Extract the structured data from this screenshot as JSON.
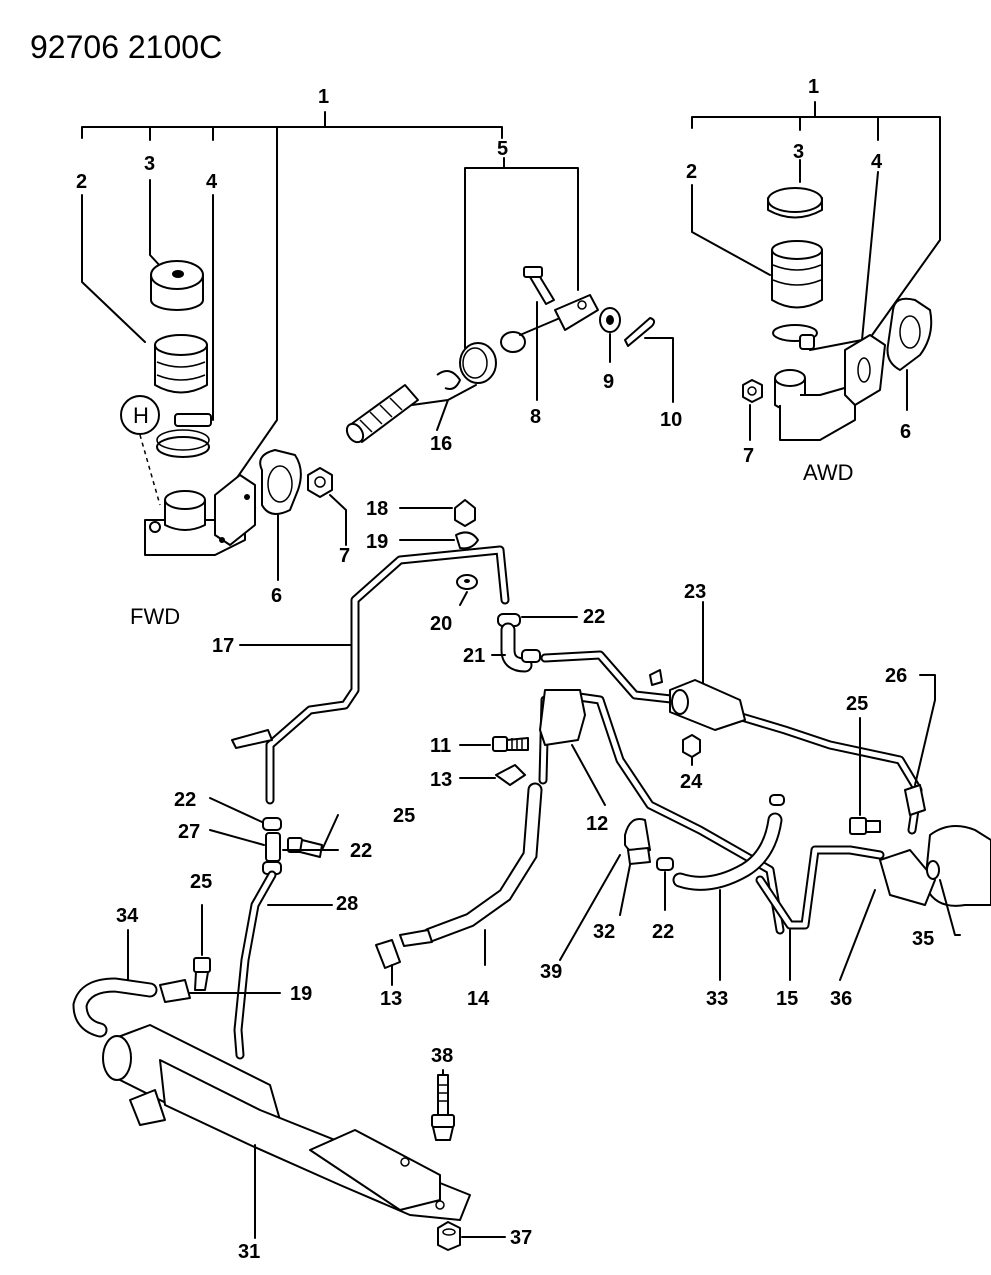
{
  "header": {
    "code": "92706 2100C"
  },
  "captions": {
    "fwd": "FWD",
    "awd": "AWD",
    "h_mark": "H"
  },
  "callouts": [
    {
      "id": "c-1a",
      "text": "1"
    },
    {
      "id": "c-2a",
      "text": "2"
    },
    {
      "id": "c-3a",
      "text": "3"
    },
    {
      "id": "c-4a",
      "text": "4"
    },
    {
      "id": "c-5",
      "text": "5"
    },
    {
      "id": "c-6a",
      "text": "6"
    },
    {
      "id": "c-7a",
      "text": "7"
    },
    {
      "id": "c-8",
      "text": "8"
    },
    {
      "id": "c-9",
      "text": "9"
    },
    {
      "id": "c-10",
      "text": "10"
    },
    {
      "id": "c-16",
      "text": "16"
    },
    {
      "id": "c-1b",
      "text": "1"
    },
    {
      "id": "c-2b",
      "text": "2"
    },
    {
      "id": "c-3b",
      "text": "3"
    },
    {
      "id": "c-4b",
      "text": "4"
    },
    {
      "id": "c-6b",
      "text": "6"
    },
    {
      "id": "c-7b",
      "text": "7"
    },
    {
      "id": "c-18",
      "text": "18"
    },
    {
      "id": "c-19a",
      "text": "19"
    },
    {
      "id": "c-20",
      "text": "20"
    },
    {
      "id": "c-22a",
      "text": "22"
    },
    {
      "id": "c-21",
      "text": "21"
    },
    {
      "id": "c-17",
      "text": "17"
    },
    {
      "id": "c-23",
      "text": "23"
    },
    {
      "id": "c-26",
      "text": "26"
    },
    {
      "id": "c-25a",
      "text": "25"
    },
    {
      "id": "c-11",
      "text": "11"
    },
    {
      "id": "c-13a",
      "text": "13"
    },
    {
      "id": "c-24",
      "text": "24"
    },
    {
      "id": "c-12",
      "text": "12"
    },
    {
      "id": "c-22b",
      "text": "22"
    },
    {
      "id": "c-25b",
      "text": "25"
    },
    {
      "id": "c-27",
      "text": "27"
    },
    {
      "id": "c-22c",
      "text": "22"
    },
    {
      "id": "c-25c",
      "text": "25"
    },
    {
      "id": "c-28",
      "text": "28"
    },
    {
      "id": "c-34",
      "text": "34"
    },
    {
      "id": "c-19b",
      "text": "19"
    },
    {
      "id": "c-39",
      "text": "39"
    },
    {
      "id": "c-32",
      "text": "32"
    },
    {
      "id": "c-22d",
      "text": "22"
    },
    {
      "id": "c-35",
      "text": "35"
    },
    {
      "id": "c-13b",
      "text": "13"
    },
    {
      "id": "c-14",
      "text": "14"
    },
    {
      "id": "c-33",
      "text": "33"
    },
    {
      "id": "c-15",
      "text": "15"
    },
    {
      "id": "c-36",
      "text": "36"
    },
    {
      "id": "c-38",
      "text": "38"
    },
    {
      "id": "c-31",
      "text": "31"
    },
    {
      "id": "c-37",
      "text": "37"
    }
  ]
}
